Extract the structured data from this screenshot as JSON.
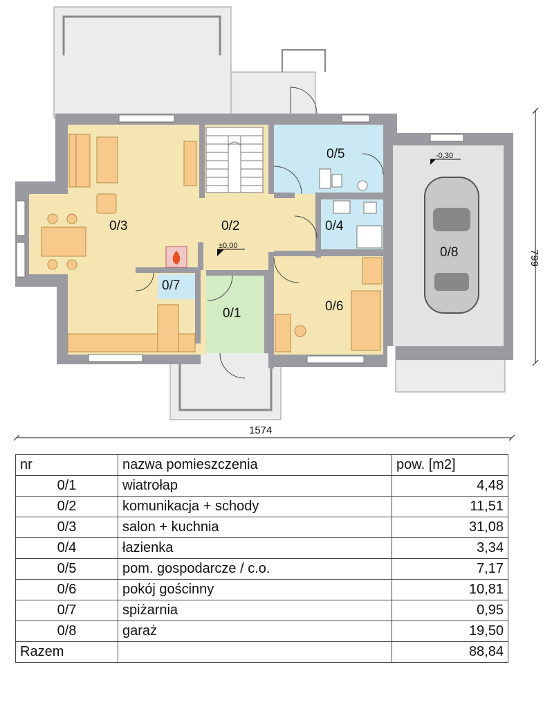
{
  "plan": {
    "level_mark": "±0,00",
    "garage_level_mark": "-0,30",
    "rooms": [
      {
        "id": "0/1",
        "color": "#d3ecc5"
      },
      {
        "id": "0/2",
        "color": "#f4e5b3"
      },
      {
        "id": "0/3",
        "color": "#f4e5b3"
      },
      {
        "id": "0/4",
        "color": "#cbe9f4"
      },
      {
        "id": "0/5",
        "color": "#cbe9f4"
      },
      {
        "id": "0/6",
        "color": "#f4e5b3"
      },
      {
        "id": "0/7",
        "color": "#cbe9f4"
      },
      {
        "id": "0/8",
        "color": "#e3e3e3"
      }
    ],
    "dimensions": {
      "width": "1574",
      "height": "799"
    },
    "colors": {
      "wall": "#9a9aa0",
      "furniture": "#f7c98a",
      "terrace": "#ececec"
    }
  },
  "table": {
    "headers": {
      "nr": "nr",
      "name": "nazwa pomieszczenia",
      "area": "pow. [m2]"
    },
    "rows": [
      {
        "nr": "0/1",
        "name": "wiatrołap",
        "area": "4,48"
      },
      {
        "nr": "0/2",
        "name": "komunikacja + schody",
        "area": "11,51"
      },
      {
        "nr": "0/3",
        "name": "salon + kuchnia",
        "area": "31,08"
      },
      {
        "nr": "0/4",
        "name": "łazienka",
        "area": "3,34"
      },
      {
        "nr": "0/5",
        "name": "pom. gospodarcze / c.o.",
        "area": "7,17"
      },
      {
        "nr": "0/6",
        "name": "pokój gościnny",
        "area": "10,81"
      },
      {
        "nr": "0/7",
        "name": "spiżarnia",
        "area": "0,95"
      },
      {
        "nr": "0/8",
        "name": "garaż",
        "area": "19,50"
      }
    ],
    "total": {
      "label": "Razem",
      "area": "88,84"
    }
  }
}
